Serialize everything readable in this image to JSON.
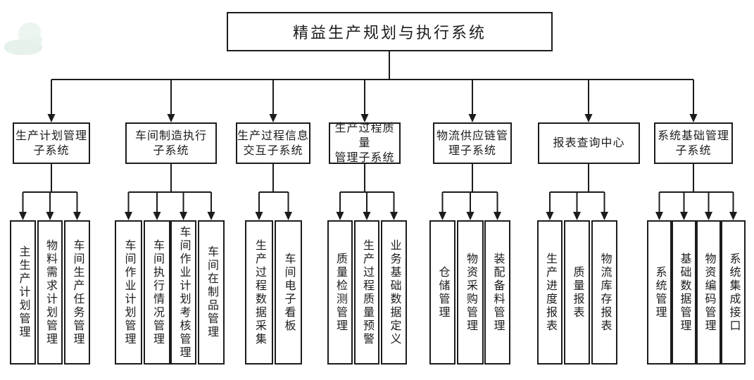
{
  "colors": {
    "line": "#1c1c1c",
    "background": "#ffffff",
    "watermark_tint": "#e6f1eb"
  },
  "root": {
    "title": "精益生产规划与执行系统"
  },
  "groups": [
    {
      "label": "生产计划管理子系统",
      "line1": "生产计划管理",
      "line2": "子系统",
      "children": [
        "主生产计划管理",
        "物料需求计划管理",
        "车间生产任务管理"
      ]
    },
    {
      "label": "车间制造执行子系统",
      "line1": "车间制造执行",
      "line2": "子系统",
      "children": [
        "车间作业计划管理",
        "车间执行情况管理",
        "车间作业计划考核管理",
        "车间在制品管理"
      ]
    },
    {
      "label": "生产过程信息交互子系统",
      "line1": "生产过程信息",
      "line2": "交互子系统",
      "children": [
        "生产过程数据采集",
        "车间电子看板"
      ]
    },
    {
      "label": "生产过程质量管理子系统",
      "line1": "生产过程质量",
      "line2": "管理子系统",
      "children": [
        "质量检测管理",
        "生产过程质量预警",
        "业务基础数据定义"
      ]
    },
    {
      "label": "物流供应链管理子系统",
      "line1": "物流供应链管",
      "line2": "理子系统",
      "children": [
        "仓储管理",
        "物资采购管理",
        "装配备料管理"
      ]
    },
    {
      "label": "报表查询中心",
      "line1": "报表查询中心",
      "line2": "",
      "children": [
        "生产进度报表",
        "质量报表",
        "物流库存报表"
      ]
    },
    {
      "label": "系统基础管理子系统",
      "line1": "系统基础管理",
      "line2": "子系统",
      "children": [
        "系统管理",
        "基础数据管理",
        "物资编码管理",
        "系统集成接口"
      ]
    }
  ]
}
